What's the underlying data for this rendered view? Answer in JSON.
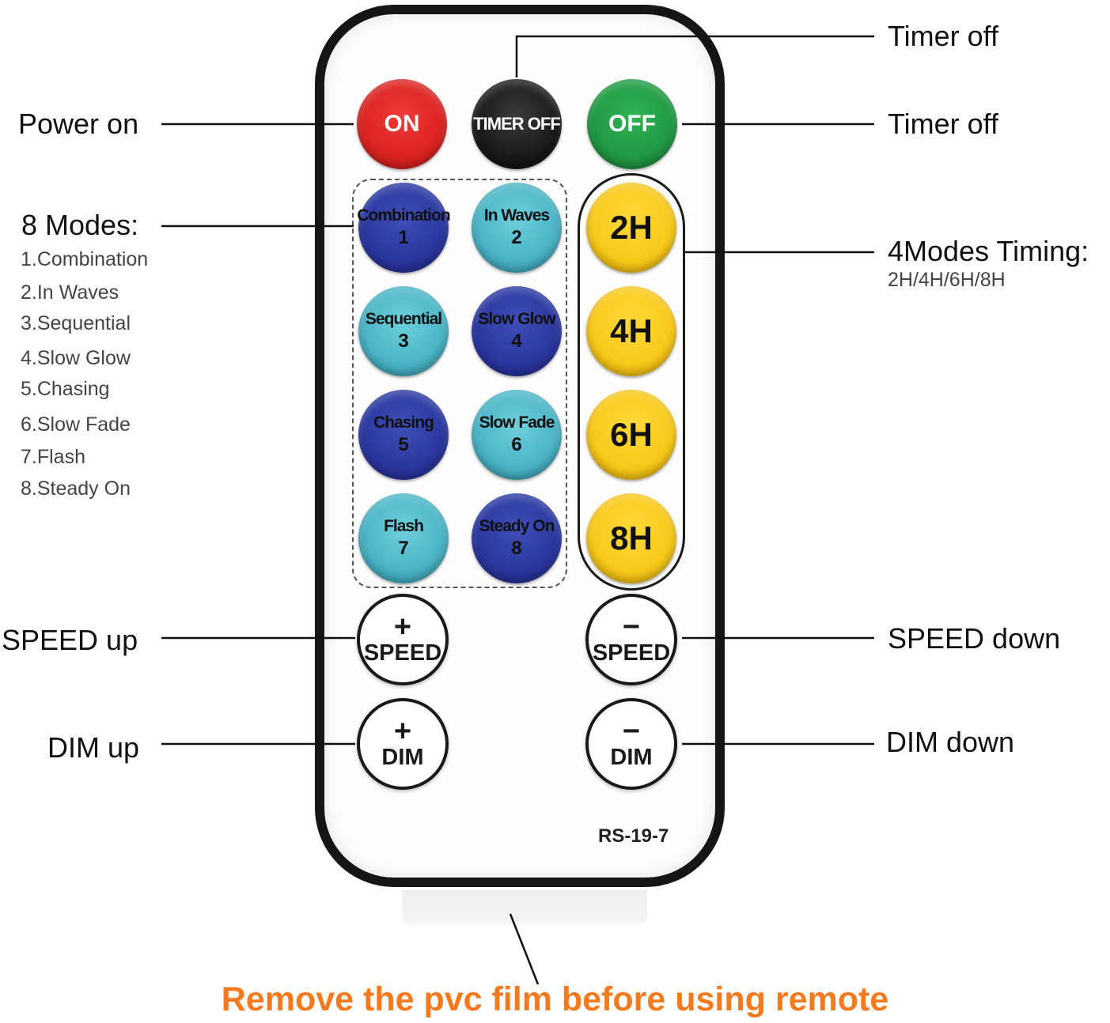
{
  "buttons": {
    "on": "ON",
    "timer_off": "TIMER OFF",
    "off": "OFF",
    "modes": [
      {
        "name": "Combination",
        "num": "1"
      },
      {
        "name": "In Waves",
        "num": "2"
      },
      {
        "name": "Sequential",
        "num": "3"
      },
      {
        "name": "Slow Glow",
        "num": "4"
      },
      {
        "name": "Chasing",
        "num": "5"
      },
      {
        "name": "Slow Fade",
        "num": "6"
      },
      {
        "name": "Flash",
        "num": "7"
      },
      {
        "name": "Steady On",
        "num": "8"
      }
    ],
    "timers": [
      "2H",
      "4H",
      "6H",
      "8H"
    ],
    "speed_up": {
      "sign": "+",
      "text": "SPEED"
    },
    "speed_down": {
      "sign": "−",
      "text": "SPEED"
    },
    "dim_up": {
      "sign": "+",
      "text": "DIM"
    },
    "dim_down": {
      "sign": "−",
      "text": "DIM"
    }
  },
  "model": "RS-19-7",
  "callouts": {
    "power_on": "Power on",
    "timer_off_top": "Timer off",
    "timer_off_right": "Timer off",
    "modes_title": "8 Modes:",
    "modes_list": [
      "1.Combination",
      "2.In Waves",
      "3.Sequential",
      "4.Slow Glow",
      "5.Chasing",
      "6.Slow Fade",
      "7.Flash",
      "8.Steady On"
    ],
    "timing_title": "4Modes Timing:",
    "timing_sub": "2H/4H/6H/8H",
    "speed_up": "SPEED up",
    "speed_down": "SPEED down",
    "dim_up": "DIM up",
    "dim_down": "DIM down"
  },
  "note": "Remove the pvc film before using remote",
  "colors": {
    "on": "#d8201f",
    "timer_off": "#141414",
    "off": "#1e9440",
    "mode_dark": "#27329a",
    "mode_light": "#43aec1",
    "timer": "#f8c614",
    "note": "#f47a20"
  }
}
